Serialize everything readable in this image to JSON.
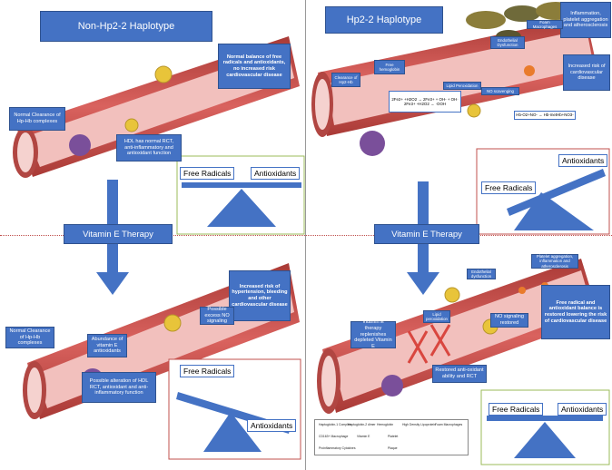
{
  "left_top": {
    "title": "Non-Hp2-2 Haplotype",
    "balance_note": "Normal balance of free radicals and antioxidants, no increased risk cardiovascular disease",
    "clearance": "Normal  Clearance of Hp-Hb complexes",
    "hdl_note": "HDL has normal RCT, anti-inflammatory and antioxidant function",
    "scale": {
      "left_label": "Free  Radicals",
      "right_label": "Antioxidants"
    }
  },
  "right_top": {
    "title": "Hp2-2 Haplotype",
    "inflammation": "Inflammation, platelet aggregation and atherosclerosis",
    "endothelial": "Endothelial Dysfunction",
    "macrophages": "Foam Macrophages",
    "hemoglobin": "Free hemoglobin",
    "clearance": "Clearance of Hp2-Hb",
    "lipid": "Lipid Peroxidation",
    "no_scavenging": "NO scavenging",
    "risk": "Increased risk of cardiovascular disease",
    "equation1": "2Fe2+ +H2O2 → 2Fe3+ + OH- + OH·",
    "equation2": "2Fe3+ +H2O2 → ·OOH",
    "equation3": "Hb-O2+NO-  → Hb-metHb+NO3-",
    "scale": {
      "left_label": "Free  Radicals",
      "right_label": "Antioxidants"
    }
  },
  "center": {
    "left_therapy": "Vitamin E Therapy",
    "right_therapy": "Vitamin E Therapy"
  },
  "left_bottom": {
    "risk_note": "Increased risk of hypertension, bleeding and other cardiovascular disease",
    "clearance": "Normal  Clearance of Hp-Hb complexes",
    "abundance": "Abundance of vitamin E antioxidants",
    "no_signal": "Possible excess NO signaling",
    "hdl_note": "Possible alteration of HDL RCT, antioxidant and anti-inflammatory function",
    "scale": {
      "left_label": "Free  Radicals",
      "right_label": "Antioxidants"
    }
  },
  "right_bottom": {
    "restored": "Free radical and antioxidant balance is restored lowering the risk of cardiovascular disease",
    "replenish": "Vitamin E therapy replenishes depleted Vitamin E",
    "lipid": "Lipid peroxidation",
    "no_signal": "NO signaling restored",
    "antiox": "Restored anti-oxidant ability and RCT",
    "endo": "Endothelial dysfunction",
    "platelet": "Platelet aggregation, inflammation and atherosclerosis",
    "scale": {
      "left_label": "Free  Radicals",
      "right_label": "Antioxidants"
    }
  },
  "legend": {
    "items": [
      "Haptoglobin-1 Complex",
      "Haptoglobin-2 dimer",
      "Hemoglobin",
      "High Density Lipoprotein",
      "Foam Macrophages",
      "CD163+ Macrophage",
      "Vitamin E",
      "Platelet",
      "Proinflammatory Cytokines",
      "Plaque"
    ]
  },
  "colors": {
    "accent_blue": "#4472c4",
    "vessel": "#c0504d",
    "vessel_inner": "#f2b8b5",
    "plaque": "#8b7d3a"
  }
}
